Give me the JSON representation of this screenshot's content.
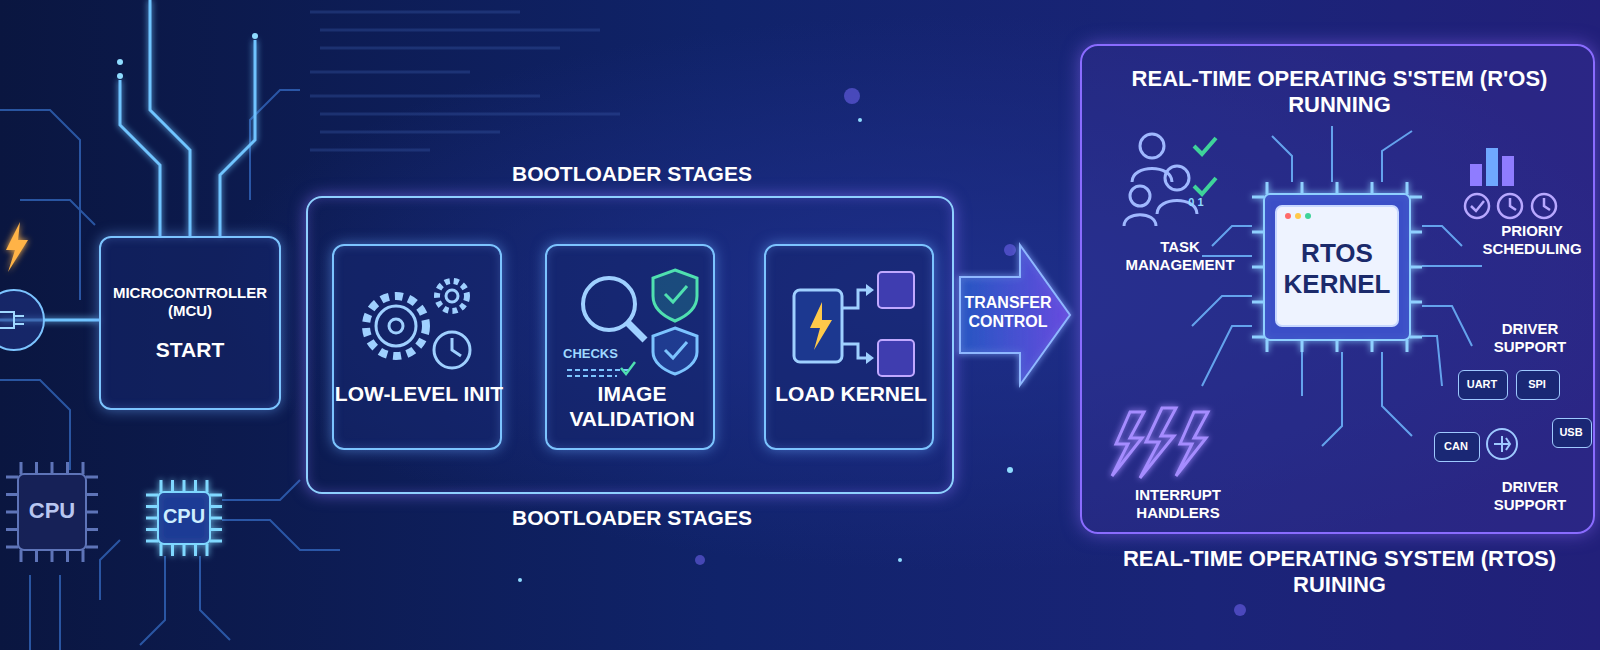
{
  "diagram": {
    "nodes": [
      {
        "text": [
          "MICROCONTROLLER (MCU)",
          "START"
        ]
      },
      {
        "text": [
          "CPU"
        ]
      },
      {
        "text": [
          "CPU"
        ]
      },
      {
        "text": [
          "BOOTLOADER STAGES",
          "BOOTLOADER STAGES"
        ]
      },
      {
        "text": [
          "LOW-LEVEL INIT"
        ],
        "in": 3
      },
      {
        "text": [
          "CHECKS",
          "IMAGE VALIDATION"
        ],
        "in": 3
      },
      {
        "text": [
          "LOAD KERNEL"
        ],
        "in": 3
      },
      {
        "text": [
          "TRANSFER CONTROL"
        ]
      },
      {
        "text": [
          "REAL-TIME OPERATING S'STEM (R'OS) RUNNING",
          "REAL-TIME OPERATING SYSTEM (RTOS) RUINING"
        ]
      },
      {
        "text": [
          "RTOS KERNEL"
        ],
        "in": 8
      },
      {
        "text": [
          "UART"
        ],
        "in": 8
      },
      {
        "text": [
          "SPI"
        ],
        "in": 8
      },
      {
        "text": [
          "CAN"
        ],
        "in": 8
      },
      {
        "text": [
          "USB"
        ],
        "in": 8
      }
    ],
    "edges": [
      {
        "from": 0,
        "to": 3,
        "arrow": "none"
      },
      {
        "from": 2,
        "to": 0,
        "arrow": "none"
      },
      {
        "from": 4,
        "to": 5,
        "arrow": "none"
      },
      {
        "from": 5,
        "to": 6,
        "arrow": "none"
      },
      {
        "from": 6,
        "to": 7,
        "arrow": "to"
      },
      {
        "from": 7,
        "to": 8,
        "arrow": "to"
      }
    ],
    "labels": [
      "TASK MANAGEMENT",
      "0 1",
      "PRIORIY SCHEDULING",
      "DRIVER SUPPORT",
      "INTERRUPT HANDLERS",
      "DRIVER SUPPORT"
    ]
  }
}
